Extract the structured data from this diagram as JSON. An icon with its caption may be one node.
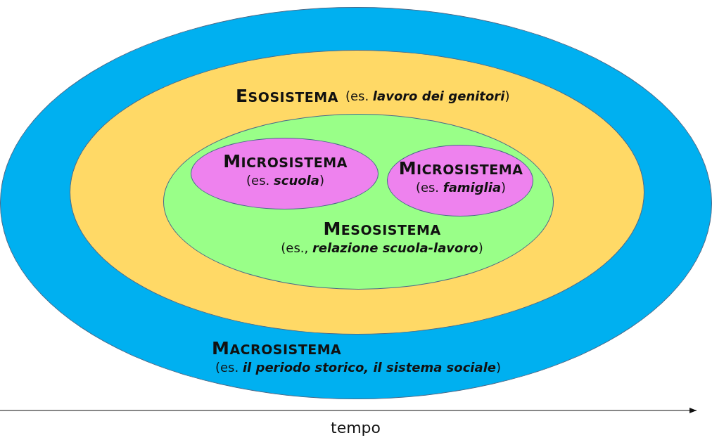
{
  "diagram": {
    "nodes": [
      {
        "text": [
          "MACROSISTEMA",
          "(es. **il periodo storico, il sistema sociale**)"
        ]
      },
      {
        "text": [
          "ESOSISTEMA",
          "(es. **lavoro dei genitori**)"
        ],
        "in": 0
      },
      {
        "text": [
          "MESOSISTEMA",
          "(es., **relazione scuola-lavoro**)"
        ],
        "in": 1
      },
      {
        "text": [
          "MICROSISTEMA",
          "(es. **scuola**)"
        ],
        "in": 2
      },
      {
        "text": [
          "MICROSISTEMA",
          "(es. **famiglia**)"
        ],
        "in": 2
      }
    ],
    "labels": [
      "tempo"
    ]
  }
}
